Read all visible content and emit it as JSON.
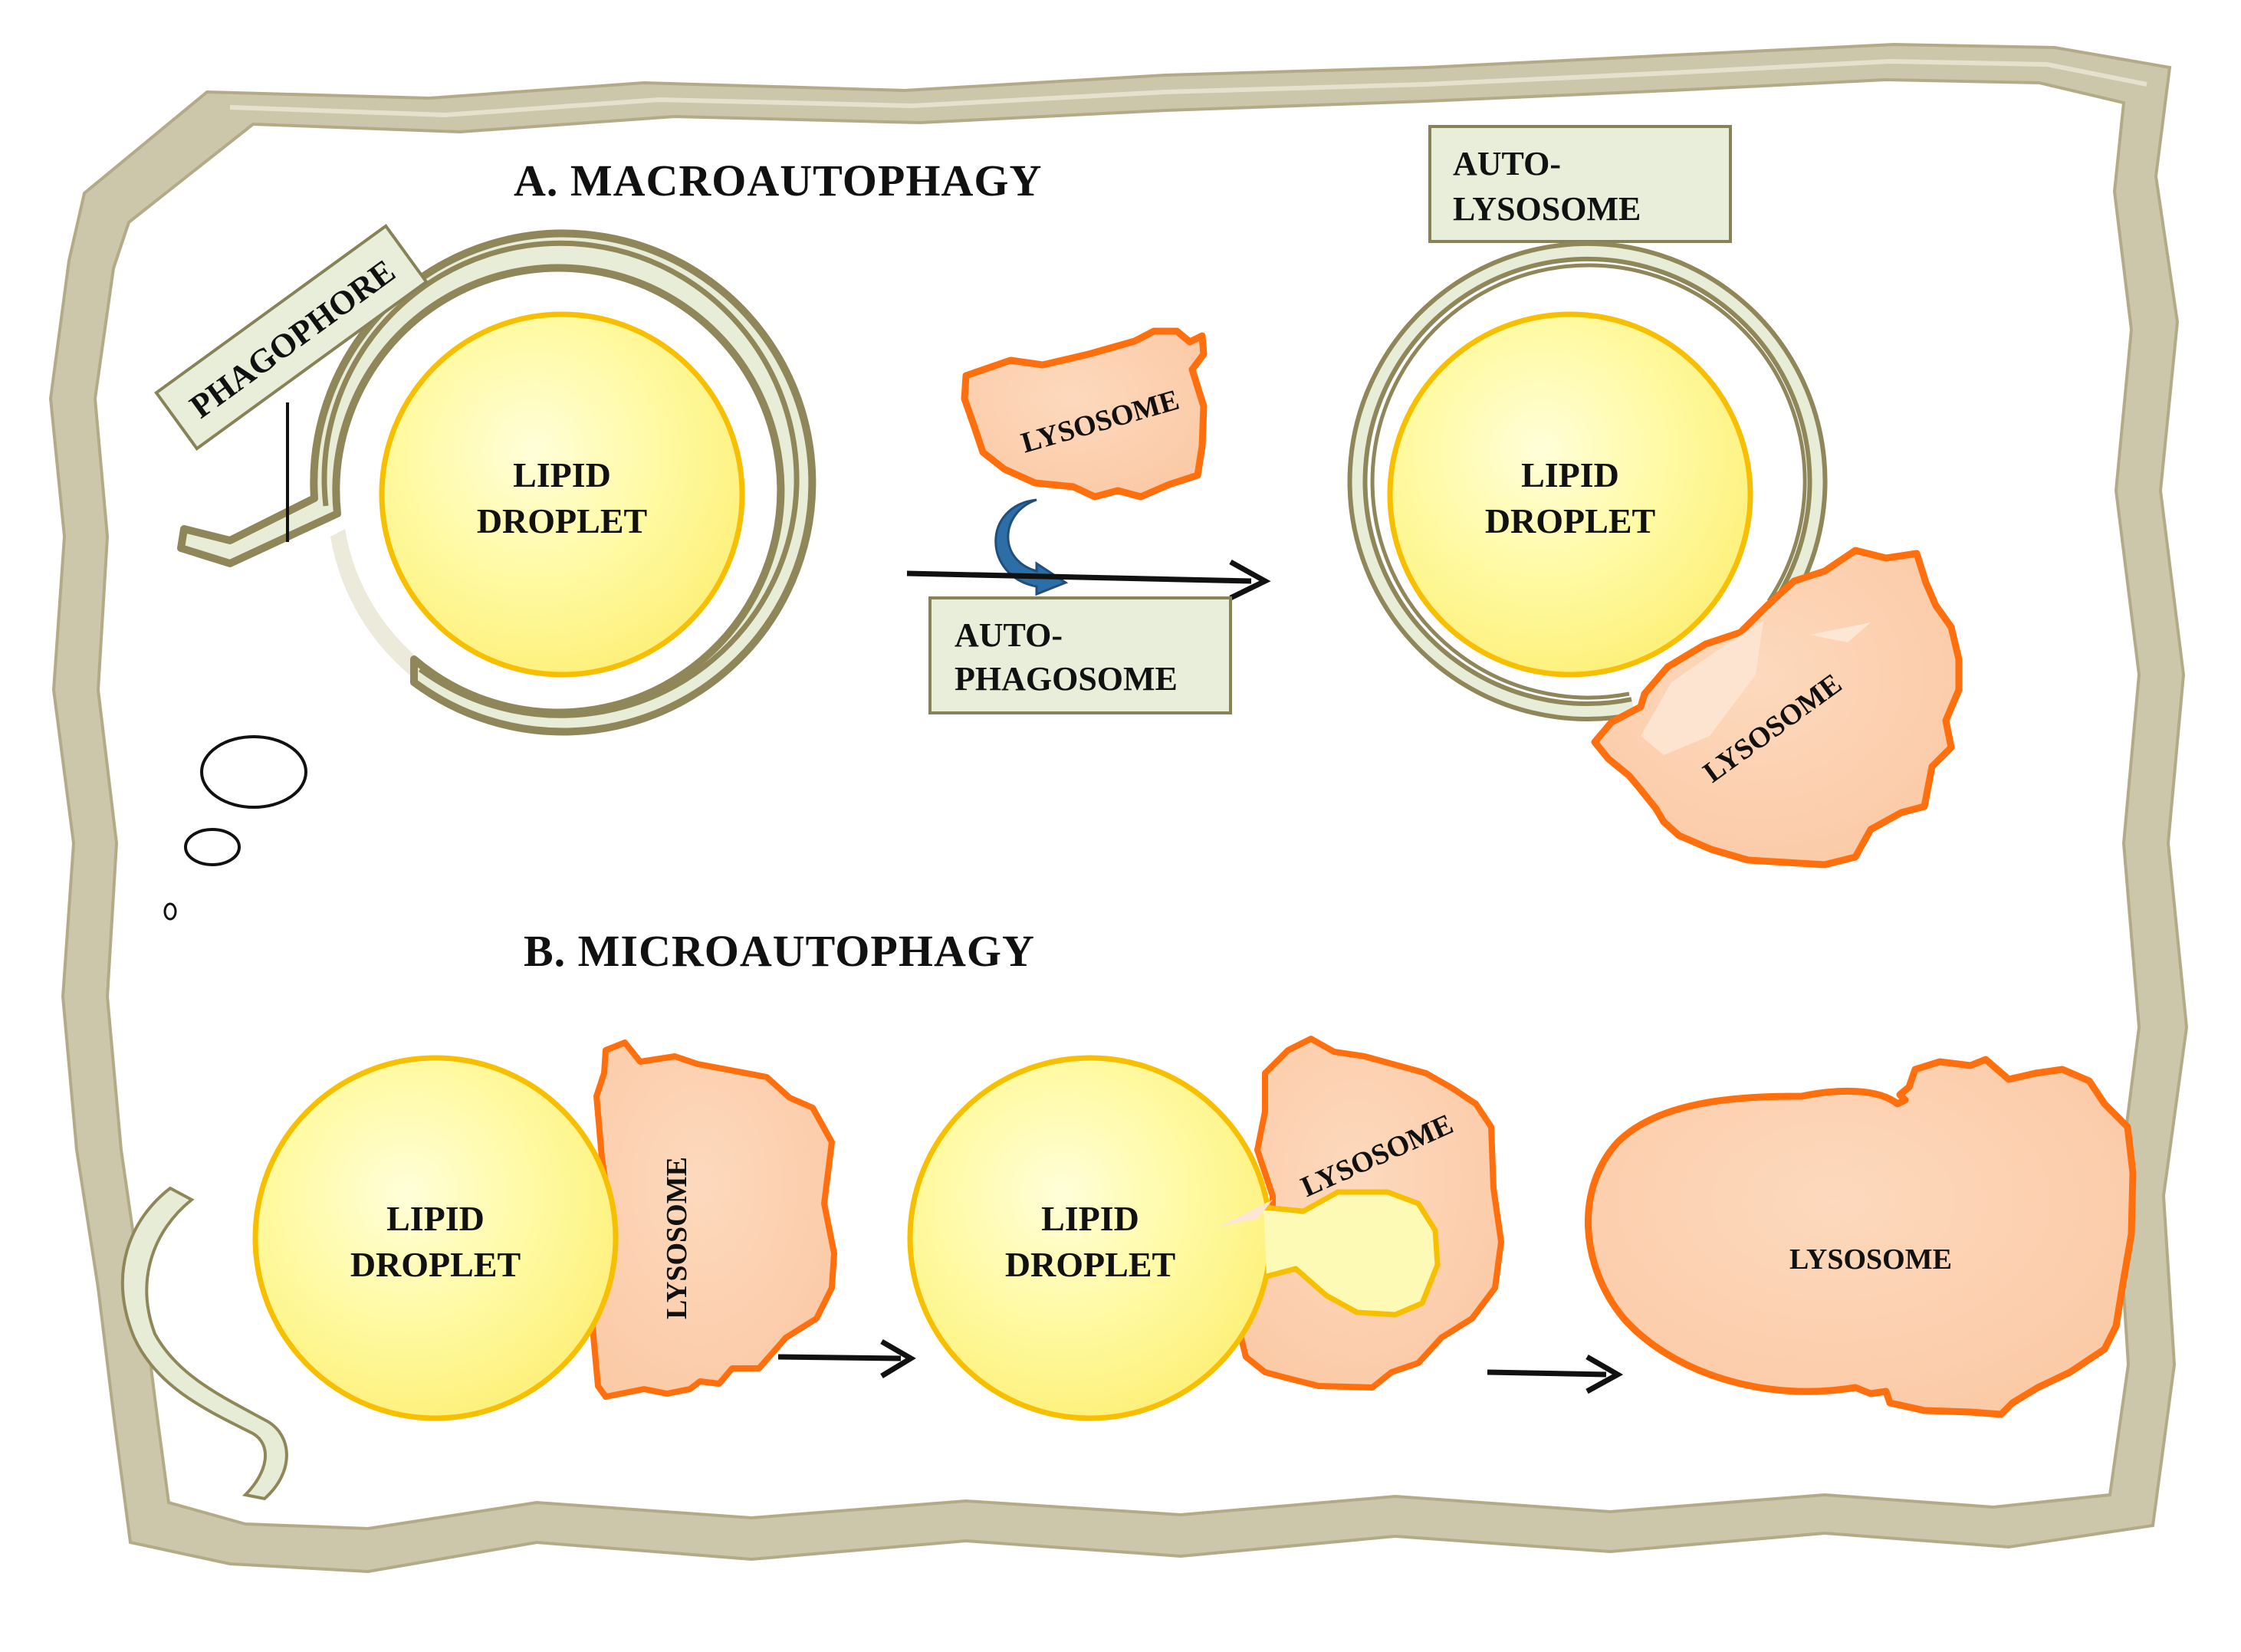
{
  "colors": {
    "frame": "#c9c3a7",
    "frame_stroke": "#b6ae8d",
    "droplet_fill": "#fffb9c",
    "droplet_stroke": "#f7bf00",
    "membrane_fill": "#e8edd8",
    "membrane_stroke": "#8f8659",
    "lysosome_fill": "#fbd0b0",
    "lysosome_stroke": "#ff6f0d",
    "label_box_fill": "#e8eed9",
    "label_box_stroke": "#888259",
    "curved_arrow": "#2d6ea6"
  },
  "titles": {
    "macro": "A. MACROAUTOPHAGY",
    "micro": "B. MICROAUTOPHAGY"
  },
  "labels": {
    "phagophore": "PHAGOPHORE",
    "autophagosome_line1": "AUTO-",
    "autophagosome_line2": "PHAGOSOME",
    "autolysosome_line1": "AUTO-",
    "autolysosome_line2": "LYSOSOME",
    "lipid_line1": "LIPID",
    "lipid_line2": "DROPLET",
    "lysosome": "LYSOSOME"
  }
}
